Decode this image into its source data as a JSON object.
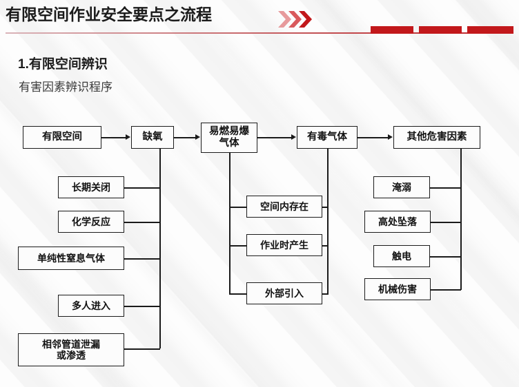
{
  "header": {
    "title": "有限空间作业安全要点之流程",
    "chevron_icon": "triple-chevron-right-icon",
    "accent_color": "#c2181b",
    "rule_color": "#bf2026",
    "blocks": [
      "block-1",
      "block-2",
      "block-3"
    ]
  },
  "section": {
    "number_title": "1.有限空间辨识",
    "subtitle": "有害因素辨识程序"
  },
  "flow": {
    "top_row": [
      {
        "id": "confined-space",
        "label": "有限空间"
      },
      {
        "id": "oxygen-deficiency",
        "label": "缺氧"
      },
      {
        "id": "flammable-explosive-gas",
        "label": "易燃易爆\n气体"
      },
      {
        "id": "toxic-gas",
        "label": "有毒气体"
      },
      {
        "id": "other-hazard-factors",
        "label": "其他危害因素"
      }
    ],
    "column_left": {
      "parent": "缺氧",
      "items": [
        {
          "id": "long-term-closed",
          "label": "长期关闭"
        },
        {
          "id": "chemical-reaction",
          "label": "化学反应"
        },
        {
          "id": "simple-asphyxiant-gas",
          "label": "单纯性窒息气体"
        },
        {
          "id": "multiple-people-entry",
          "label": "多人进入"
        },
        {
          "id": "adjacent-pipe-leak",
          "label": "相邻管道泄漏\n或渗透"
        }
      ]
    },
    "column_middle": {
      "parent": "易燃易爆气体",
      "items": [
        {
          "id": "exists-in-space",
          "label": "空间内存在"
        },
        {
          "id": "generated-during-work",
          "label": "作业时产生"
        },
        {
          "id": "introduced-externally",
          "label": "外部引入"
        }
      ]
    },
    "column_right": {
      "parent": "其他危害因素",
      "items": [
        {
          "id": "drowning",
          "label": "淹溺"
        },
        {
          "id": "fall-from-height",
          "label": "高处坠落"
        },
        {
          "id": "electric-shock",
          "label": "触电"
        },
        {
          "id": "mechanical-injury",
          "label": "机械伤害"
        }
      ]
    }
  }
}
